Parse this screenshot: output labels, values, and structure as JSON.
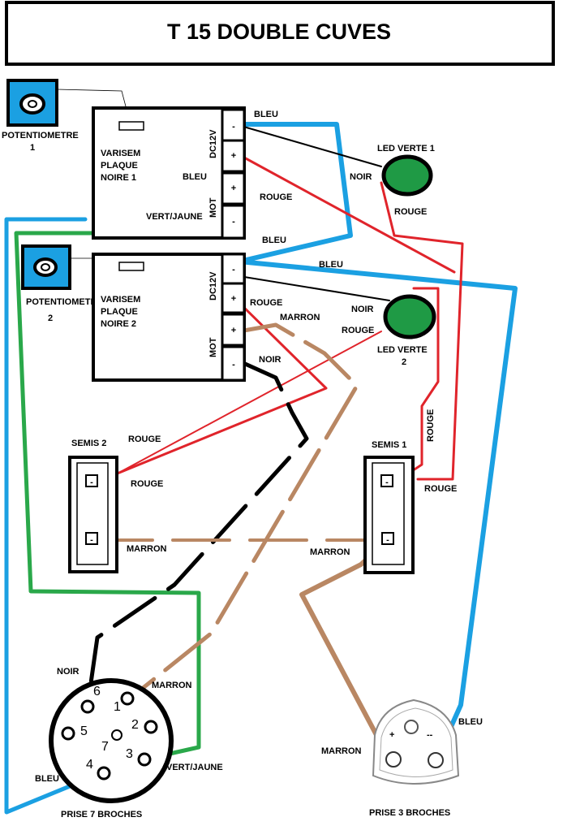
{
  "title": "T 15  DOUBLE CUVES",
  "colors": {
    "bleu": "#1ba0e2",
    "rouge": "#e0242b",
    "vert": "#2aa84a",
    "marron": "#b98763",
    "noir": "#000000",
    "pot_blue": "#1ba0e2",
    "led_green": "#1f9a45"
  },
  "potentiometers": [
    {
      "label_line1": "POTENTIOMETRE",
      "label_line2": "1"
    },
    {
      "label_line1": "POTENTIOMETRE",
      "label_line2": "2"
    }
  ],
  "varisems": [
    {
      "line1": "VARISEM",
      "line2": "PLAQUE",
      "line3": "NOIRE 1",
      "dc_label": "DC12V",
      "mot_label": "MOT"
    },
    {
      "line1": "VARISEM",
      "line2": "PLAQUE",
      "line3": "NOIRE 2",
      "dc_label": "DC12V",
      "mot_label": "MOT"
    }
  ],
  "terminals": {
    "minus": "-",
    "plus": "+"
  },
  "leds": [
    {
      "line1": "LED VERTE  1",
      "line2": ""
    },
    {
      "line1": "LED VERTE",
      "line2": "2"
    }
  ],
  "semis": [
    {
      "label": "SEMIS 2"
    },
    {
      "label": "SEMIS 1"
    }
  ],
  "wire_labels": {
    "bleu_1": "BLEU",
    "bleu_2": "BLEU",
    "bleu_3": "BLEU",
    "bleu_4": "BLEU",
    "bleu_5": "BLEU",
    "bleu_6": "BLEU",
    "noir_1": "NOIR",
    "noir_2": "NOIR",
    "noir_3": "NOIR",
    "noir_4": "NOIR",
    "rouge_1": "ROUGE",
    "rouge_2": "ROUGE",
    "rouge_3": "ROUGE",
    "rouge_4": "ROUGE",
    "rouge_5": "ROUGE",
    "rouge_6": "ROUGE",
    "rouge_7": "ROUGE",
    "rouge_8": "ROUGE",
    "vert_jaune_1": "VERT/JAUNE",
    "vert_jaune_2": "VERT/JAUNE",
    "marron_1": "MARRON",
    "marron_2": "MARRON",
    "marron_3": "MARRON",
    "marron_4": "MARRON",
    "marron_5": "MARRON"
  },
  "prise7": {
    "label": "PRISE 7 BROCHES",
    "pins": [
      "1",
      "2",
      "3",
      "4",
      "5",
      "6",
      "7"
    ]
  },
  "prise3": {
    "label": "PRISE 3 BROCHES",
    "plus": "+",
    "minus": "--"
  }
}
